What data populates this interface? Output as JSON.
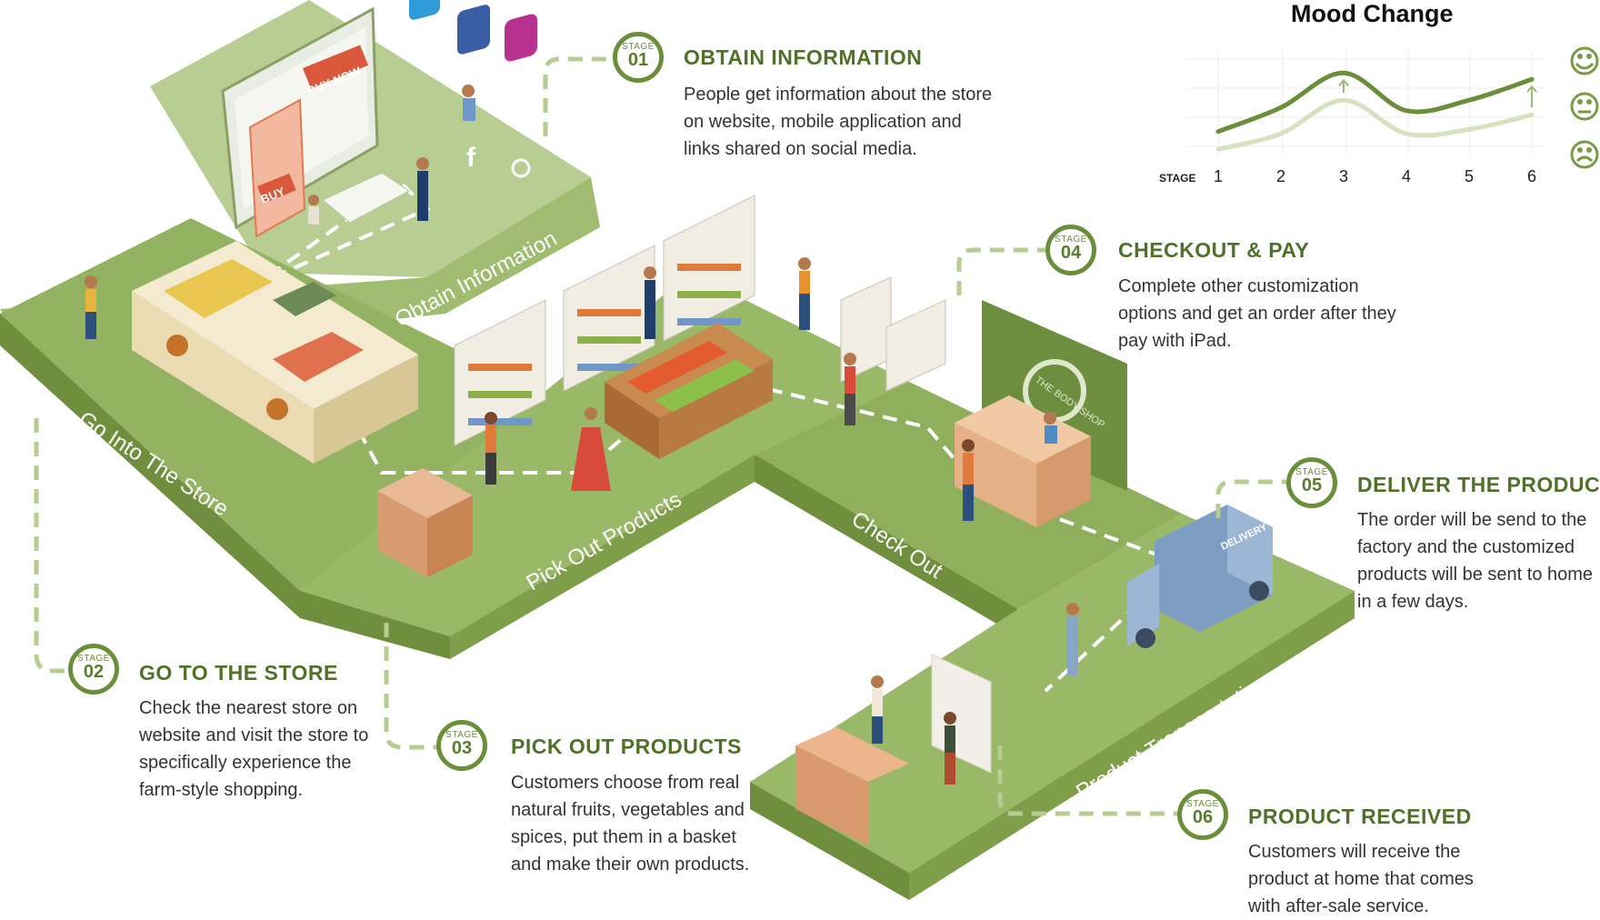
{
  "stages": [
    {
      "label": "STAGE",
      "number": "01",
      "title": "OBTAIN INFORMATION",
      "description": "People get information about the store on website, mobile application and links shared on social media."
    },
    {
      "label": "STAGE",
      "number": "02",
      "title": "GO TO THE STORE",
      "description": "Check the nearest store on website and visit the store to specifically experience the farm-style shopping."
    },
    {
      "label": "STAGE",
      "number": "03",
      "title": "PICK OUT PRODUCTS",
      "description": "Customers choose from real natural fruits, vegetables and spices, put them in a basket and make their own products."
    },
    {
      "label": "STAGE",
      "number": "04",
      "title": "CHECKOUT & PAY",
      "description": "Complete other customization options and get an order after they pay with iPad."
    },
    {
      "label": "STAGE",
      "number": "05",
      "title": "DELIVER THE PRODUCT",
      "description": "The order will be send to the factory and the customized products will be sent to home in a few days."
    },
    {
      "label": "STAGE",
      "number": "06",
      "title": "PRODUCT RECEIVED",
      "description": "Customers will receive the product at home that comes with after-sale service."
    }
  ],
  "areas": {
    "obtain": "Obtain Information",
    "go": "Go Into The Store",
    "pick": "Pick Out Products",
    "checkout": "Check Out",
    "transport": "Product Transportation"
  },
  "scene_labels": {
    "buy_now": "BUY NOW",
    "buy": "BUY",
    "delivery": "DELIVERY",
    "brand": "THE BODY SHOP"
  },
  "mood": {
    "title": "Mood Change",
    "axis_label": "STAGE",
    "icons": [
      "happy-face-icon",
      "neutral-face-icon",
      "sad-face-icon"
    ]
  },
  "chart_data": {
    "type": "line",
    "title": "Mood Change",
    "xlabel": "STAGE",
    "x": [
      1,
      2,
      3,
      4,
      5,
      6
    ],
    "ylim": [
      0,
      1
    ],
    "series": [
      {
        "values": [
          0.22,
          0.45,
          0.78,
          0.42,
          0.52,
          0.72
        ],
        "color": "#6b8e3a"
      },
      {
        "values": [
          0.05,
          0.2,
          0.52,
          0.2,
          0.24,
          0.38
        ],
        "color": "#d5e2bd"
      }
    ],
    "annotations": [
      "up-arrow at stage 3",
      "up-arrow at stage 6"
    ]
  },
  "colors": {
    "accent": "#6b8e3a",
    "floor": "#8fae5d",
    "floor_light": "#b5cc8e",
    "floor_side": "#6d8f3c",
    "dash": "#ffffff"
  }
}
